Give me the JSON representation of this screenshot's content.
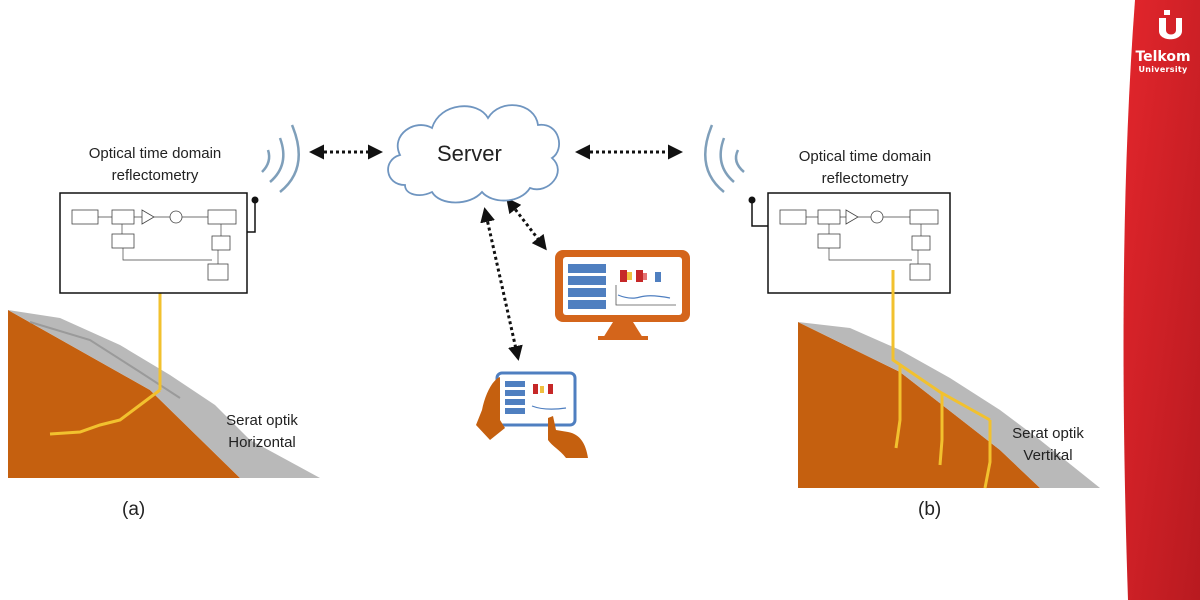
{
  "left_panel": {
    "title_line1": "Optical time domain",
    "title_line2": "reflectometry",
    "fiber_label_line1": "Serat optik",
    "fiber_label_line2": "Horizontal",
    "caption": "(a)"
  },
  "right_panel": {
    "title_line1": "Optical time domain",
    "title_line2": "reflectometry",
    "fiber_label_line1": "Serat optik",
    "fiber_label_line2": "Vertikal",
    "caption": "(b)"
  },
  "server": {
    "label": "Server"
  },
  "brand": {
    "name": "Telkom",
    "sub": "University"
  },
  "colors": {
    "soil": "#c5600f",
    "rock": "#b9b9b9",
    "fiber": "#f2c12e",
    "arrow": "#111111",
    "wifi": "#7f9fba",
    "monitor": "#d4651b",
    "screen_bar": "#4f7fc0",
    "brand_red": "#d9252a"
  },
  "icons": [
    "cloud-icon",
    "wifi-icon",
    "monitor-icon",
    "tablet-icon",
    "hand-icon",
    "telkom-logo-icon"
  ]
}
